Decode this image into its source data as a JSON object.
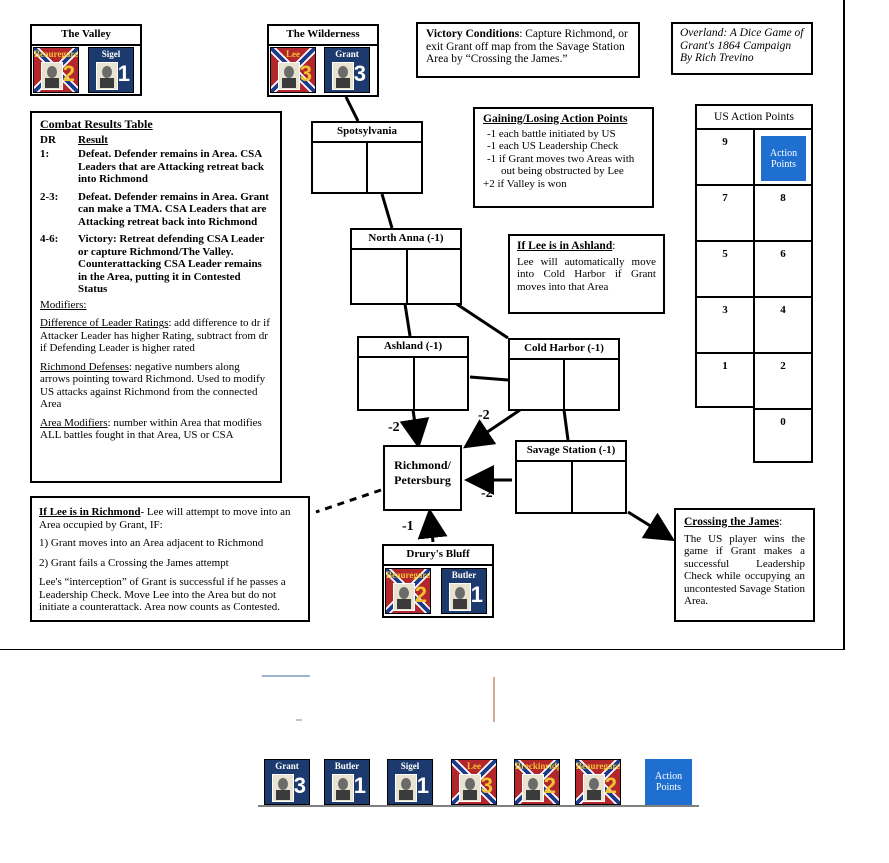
{
  "title_box": {
    "line1": "Overland: A Dice Game of",
    "line2": "Grant's 1864 Campaign",
    "line3": "By Rich Trevino"
  },
  "victory": {
    "heading": "Victory Conditions",
    "text": ": Capture Richmond, or exit Grant off map from the Savage Station Area by “Crossing the James.”"
  },
  "areas": {
    "valley": "The Valley",
    "wilderness": "The Wilderness",
    "spotsylvania": "Spotsylvania",
    "north_anna": "North Anna (-1)",
    "ashland": "Ashland (-1)",
    "cold_harbor": "Cold Harbor (-1)",
    "savage_station": "Savage Station (-1)",
    "richmond_line1": "Richmond/",
    "richmond_line2": "Petersburg",
    "drurys_bluff": "Drury's Bluff"
  },
  "modifiers": {
    "ashland_arrow": "-2",
    "cold_harbor_arrow": "-2",
    "savage_arrow": "-2",
    "drurys_arrow": "-1"
  },
  "counters": {
    "beauregard": {
      "name": "Beauregard",
      "rating": "2"
    },
    "sigel": {
      "name": "Sigel",
      "rating": "1"
    },
    "lee": {
      "name": "Lee",
      "rating": "3"
    },
    "grant": {
      "name": "Grant",
      "rating": "3"
    },
    "butler": {
      "name": "Butler",
      "rating": "1"
    },
    "breckinridge": {
      "name": "Breckinridge",
      "rating": "2"
    }
  },
  "crt": {
    "heading": "Combat Results Table",
    "col_dr": "DR",
    "col_result": "Result",
    "rows": [
      {
        "dr": "1:",
        "result": "Defeat. Defender remains in Area. CSA Leaders that are Attacking retreat back into Richmond"
      },
      {
        "dr": "2-3:",
        "result": "Defeat. Defender remains in Area. Grant can make a TMA. CSA Leaders that are Attacking retreat back into Richmond"
      },
      {
        "dr": "4-6:",
        "result": "Victory: Retreat defending CSA Leader or capture Richmond/The Valley. Counterattacking CSA Leader remains in the Area, putting it in Contested Status"
      }
    ],
    "modifiers_heading": "Modifiers:",
    "mod1_heading": "Difference of Leader Ratings",
    "mod1_text": ": add difference to dr if Attacker Leader has higher Rating, subtract from dr if Defending Leader is higher rated",
    "mod2_heading": "Richmond Defenses",
    "mod2_text": ": negative numbers along arrows pointing toward Richmond. Used to modify US attacks against Richmond from the connected Area",
    "mod3_heading": "Area Modifiers",
    "mod3_text": ": number within Area that modifies ALL battles fought in that Area, US or CSA"
  },
  "action_points_rules": {
    "heading": "Gaining/Losing Action Points",
    "lines": [
      "-1 each battle initiated by US",
      "-1 each US Leadership Check",
      "-1 if Grant moves two Areas with",
      "out being obstructed by Lee",
      "+2 if Valley is won"
    ]
  },
  "lee_ashland": {
    "heading": "If Lee is in Ashland",
    "text": "Lee will automatically move into Cold Harbor if Grant moves into that Area"
  },
  "lee_richmond": {
    "heading": "If Lee is in Richmond",
    "intro": "- Lee will attempt to move into an Area occupied by Grant, IF:",
    "cond1": "1) Grant moves into an Area adjacent to Richmond",
    "cond2": "2) Grant fails a Crossing the James attempt",
    "outro": "Lee's “interception” of Grant is successful if he passes a Leadership Check. Move Lee into the Area but do not initiate a counterattack. Area now counts as Contested."
  },
  "crossing": {
    "heading": "Crossing the James",
    "text": "The US player wins the game if Grant makes a successful Leadership Check while occupying an uncontested Savage Station Area."
  },
  "us_ap": {
    "heading": "US Action Points",
    "marker_label": "Action Points",
    "cells": [
      "9",
      "7",
      "8",
      "5",
      "6",
      "3",
      "4",
      "1",
      "2",
      "0"
    ]
  },
  "colors": {
    "csa_red": "#b3262b",
    "us_blue": "#1c3a6e",
    "action_points_blue": "#1f6fd0",
    "csa_gold": "#f1c232"
  }
}
